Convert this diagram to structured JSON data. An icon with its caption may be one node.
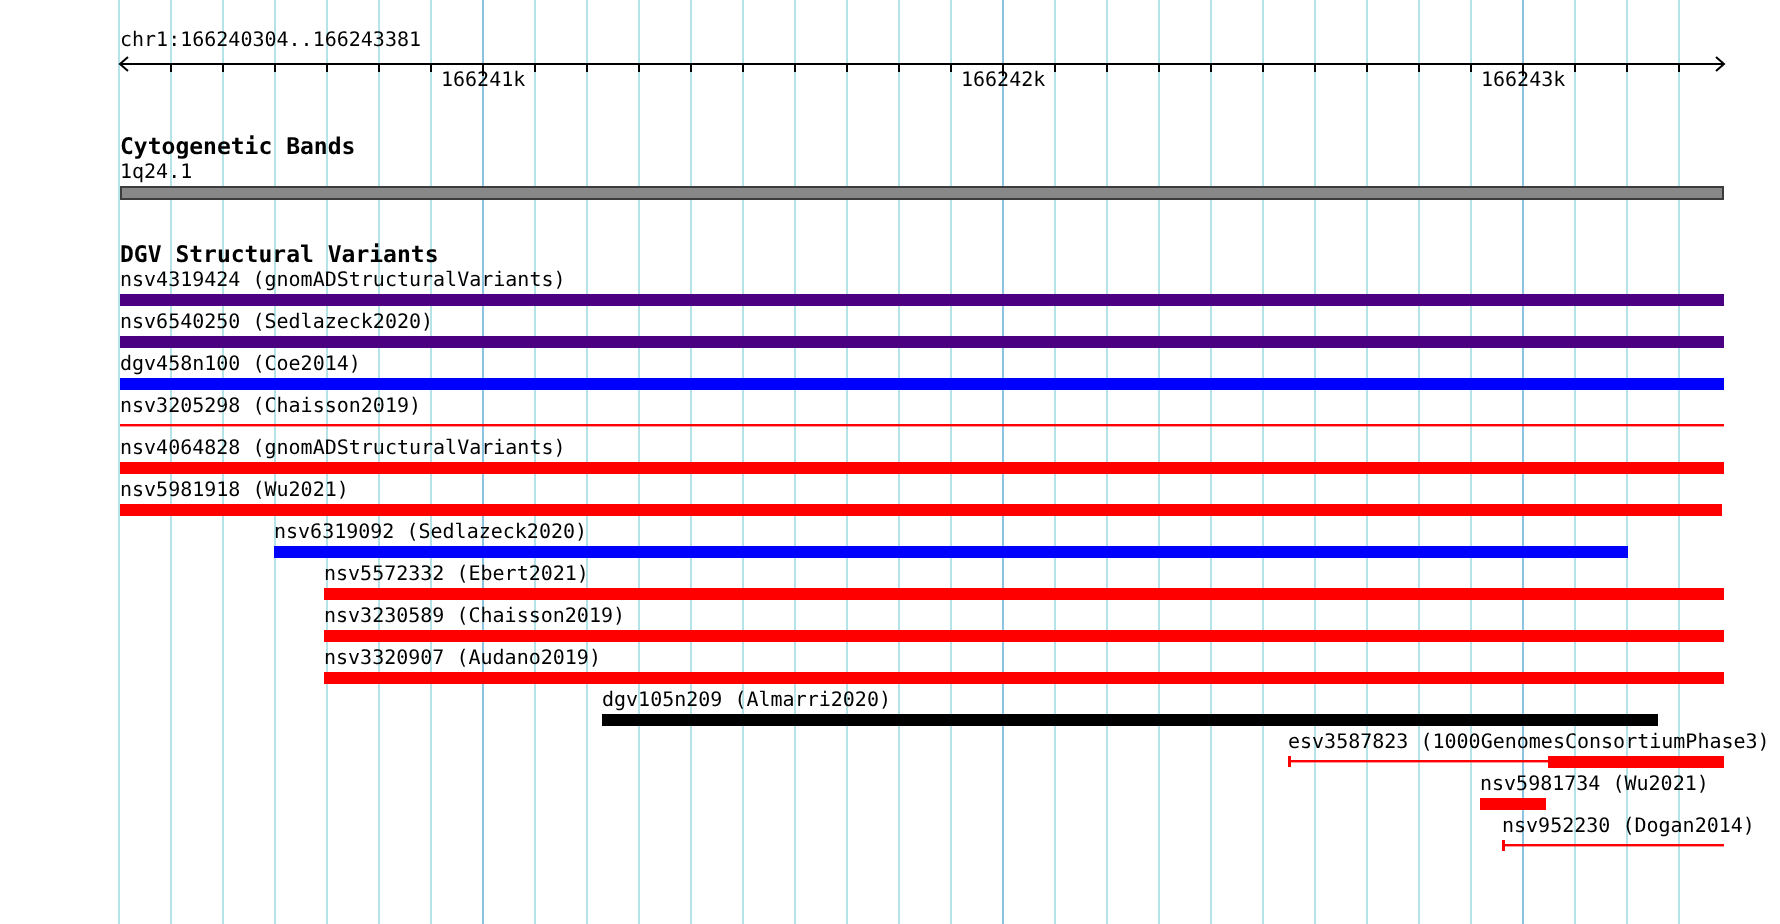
{
  "diagram": {
    "nodes": [
      {
        "text": [
          "1q24.1"
        ]
      },
      {
        "text": [
          "nsv4319424 (gnomADStructuralVariants)"
        ]
      },
      {
        "text": [
          "nsv6540250 (Sedlazeck2020)"
        ]
      },
      {
        "text": [
          "dgv458n100 (Coe2014)"
        ]
      },
      {
        "text": [
          "nsv3205298 (Chaisson2019)"
        ]
      },
      {
        "text": [
          "nsv4064828 (gnomADStructuralVariants)"
        ]
      },
      {
        "text": [
          "nsv5981918 (Wu2021)"
        ]
      },
      {
        "text": [
          "nsv6319092 (Sedlazeck2020)"
        ]
      },
      {
        "text": [
          "nsv5572332 (Ebert2021)"
        ]
      },
      {
        "text": [
          "nsv3230589 (Chaisson2019)"
        ]
      },
      {
        "text": [
          "nsv3320907 (Audano2019)"
        ]
      },
      {
        "text": [
          "dgv105n209 (Almarri2020)"
        ]
      },
      {
        "text": [
          "esv3587823 (1000GenomesConsortiumPhase3)"
        ]
      },
      {
        "text": [
          "nsv5981734 (Wu2021)"
        ]
      },
      {
        "text": [
          "nsv952230 (Dogan2014)"
        ]
      }
    ],
    "labels": [
      "chr1:166240304..166243381",
      "166241k",
      "166242k",
      "166243k",
      "Cytogenetic Bands",
      "DGV Structural Variants"
    ]
  }
}
